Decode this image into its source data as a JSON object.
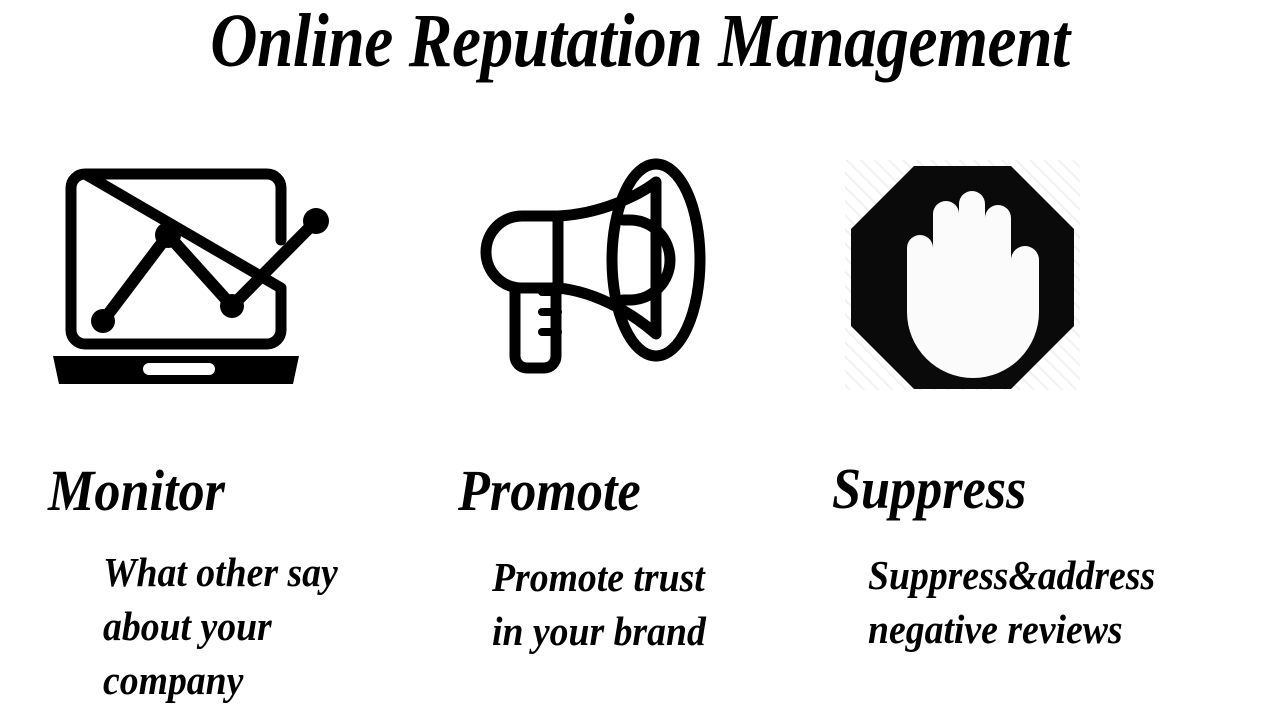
{
  "page": {
    "title": "Online Reputation Management",
    "background_color": "#ffffff",
    "ink_color": "#000000"
  },
  "columns": [
    {
      "id": "monitor",
      "icon_name": "monitor-chart-icon",
      "heading": "Monitor",
      "body_lines": [
        "What other say",
        "about your",
        "company"
      ]
    },
    {
      "id": "promote",
      "icon_name": "megaphone-icon",
      "heading": "Promote",
      "body_lines": [
        "Promote trust",
        "in your brand"
      ]
    },
    {
      "id": "suppress",
      "icon_name": "stop-hand-icon",
      "heading": "Suppress",
      "body_lines": [
        "Suppress&address",
        "negative reviews"
      ]
    }
  ]
}
